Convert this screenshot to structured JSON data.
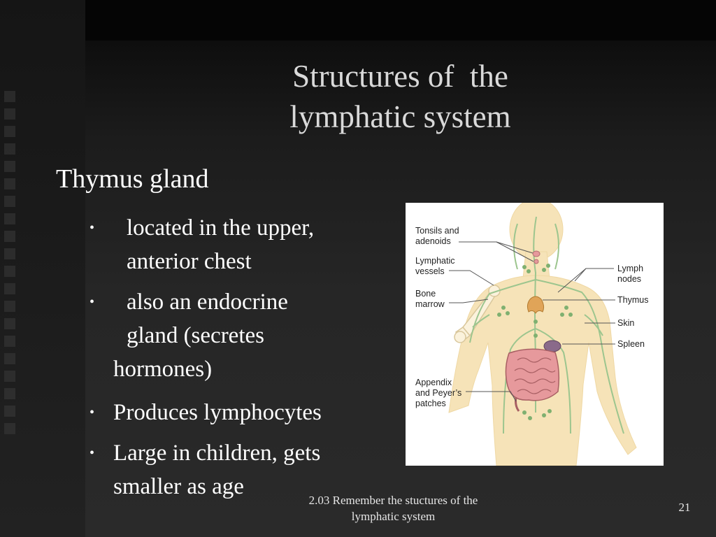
{
  "slide": {
    "title": [
      "Structures of  the",
      "lymphatic system"
    ],
    "heading": "Thymus gland",
    "bullet_symbol": "•",
    "bullets": [
      {
        "lines": [
          "located in the upper,",
          "anterior chest"
        ]
      },
      {
        "lines": [
          "also an endocrine",
          "gland (secretes",
          "hormones)"
        ]
      },
      {
        "lines": [
          "Produces lymphocytes"
        ]
      },
      {
        "lines": [
          "Large in children, gets",
          "smaller as age"
        ]
      }
    ],
    "footer": [
      "2.03 Remember the stuctures of the",
      "lymphatic system"
    ],
    "page_number": "21"
  },
  "figure": {
    "labels": {
      "tonsils": [
        "Tonsils and",
        "adenoids"
      ],
      "lymphatic_vessels": [
        "Lymphatic",
        "vessels"
      ],
      "bone_marrow": [
        "Bone",
        "marrow"
      ],
      "appendix": [
        "Appendix",
        "and Peyer’s",
        "patches"
      ],
      "lymph_nodes": [
        "Lymph",
        "nodes"
      ],
      "thymus": [
        "Thymus"
      ],
      "skin": [
        "Skin"
      ],
      "spleen": [
        "Spleen"
      ]
    },
    "colors": {
      "skin": "#f6e3b8",
      "lymph": "#9cc58e",
      "thymus": "#e0a458",
      "intestine": "#e6999c",
      "spleen": "#8a6a8a",
      "bone": "#fbf2dc"
    }
  }
}
